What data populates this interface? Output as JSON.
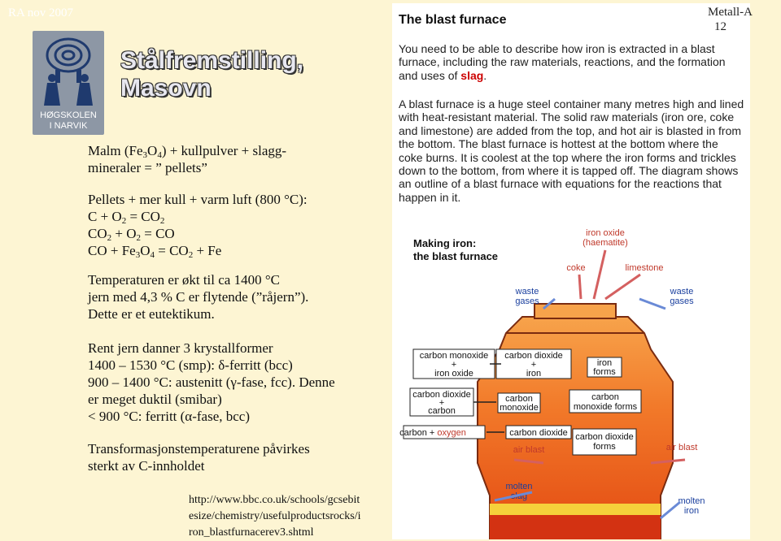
{
  "header": {
    "date": "RA nov 2007",
    "course": "Metall-A",
    "page": "12"
  },
  "logo": {
    "line1": "HØGSKOLEN",
    "line2": "I NARVIK"
  },
  "title": {
    "line1": "Stålfremstilling,",
    "line2": "Masovn"
  },
  "para1": {
    "a": "Malm (Fe",
    "b": "3",
    "c": "O",
    "d": "4",
    "e": ") + kullpulver + slagg-",
    "f": "mineraler = ” pellets” "
  },
  "para2": {
    "l1": "Pellets + mer kull + varm luft (800 °C):",
    "l2a": "C + O",
    "l2b": "2",
    "l2c": " = CO",
    "l2d": "2",
    "l3a": "CO",
    "l3b": "2",
    "l3c": " + O",
    "l3d": "2",
    "l3e": " = CO",
    "l4a": "CO + Fe",
    "l4b": "3",
    "l4c": "O",
    "l4d": "4",
    "l4e": " = CO",
    "l4f": "2",
    "l4g": " + Fe"
  },
  "para3": {
    "l1": "Temperaturen er økt til ca 1400 °C",
    "l2": "jern med 4,3 % C er flytende (”råjern”).",
    "l3": "Dette er et eutektikum."
  },
  "para4": {
    "l1": "Rent jern danner 3 krystallformer",
    "l2": "1400 – 1530 °C (smp): δ-ferritt (bcc)",
    "l3": "900 – 1400 °C: austenitt (γ-fase, fcc). Denne",
    "l4": "er meget duktil (smibar)",
    "l5": "< 900 °C: ferritt (α-fase, bcc)"
  },
  "para5": {
    "l1": "Transformasjonstemperaturene påvirkes",
    "l2": "sterkt av C-innholdet"
  },
  "url": {
    "l1": "http://www.bbc.co.uk/schools/gcsebit",
    "l2": "esize/chemistry/usefulproductsrocks/i",
    "l3": "ron_blastfurnacerev3.shtml"
  },
  "panel": {
    "title": "The blast furnace",
    "p1a": "You need to be able to describe how iron is extracted in a blast furnace, including the raw materials, reactions, and the formation and uses of ",
    "p1b": "slag",
    "p1c": ".",
    "p2": "A blast furnace is a huge steel container many metres high and lined with heat-resistant material. The solid raw materials (iron ore, coke and limestone) are added from the top, and hot air is blasted in from the bottom. The blast furnace is hottest at the bottom where the coke burns. It is coolest at the top where the iron forms and trickles down to the bottom, from where it is tapped off. The diagram shows an outline of a blast furnace with equations for the reactions that happen in it."
  },
  "diagram": {
    "title1": "Making iron:",
    "title2": "the blast furnace",
    "iron_oxide1": "iron oxide",
    "iron_oxide2": "(haematite)",
    "coke": "coke",
    "limestone": "limestone",
    "waste_l1": "waste",
    "waste_l2": "gases",
    "waste_r1": "waste",
    "waste_r2": "gases",
    "eq1a": "carbon monoxide",
    "eq1b": "+",
    "eq1c": "iron oxide",
    "eq2a": "carbon dioxide",
    "eq2b": "+",
    "eq2c": "iron",
    "eq3": "iron",
    "eq3b": "forms",
    "eq4a": "carbon dioxide",
    "eq4b": "+",
    "eq4c": "carbon",
    "eq5a": "carbon",
    "eq5b": "monoxide",
    "eq6a": "carbon",
    "eq6b": "monoxide forms",
    "eq7a": "carbon + ",
    "eq7b": "oxygen",
    "eq8": "carbon dioxide",
    "eq9a": "carbon dioxide",
    "eq9b": "forms",
    "air_l": "air blast",
    "air_r": "air blast",
    "slag1": "molten",
    "slag2": "slag",
    "iron1": "molten",
    "iron2": "iron"
  },
  "colors": {
    "background": "#fdf5d3",
    "panel": "#ffffff",
    "accent_red": "#cc0000",
    "label_blue": "#1a3f9e",
    "label_orange": "#c0392b"
  }
}
